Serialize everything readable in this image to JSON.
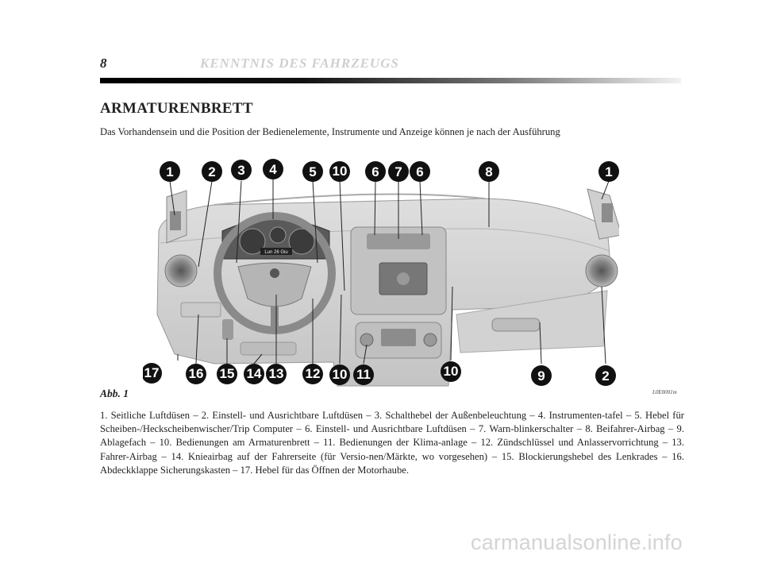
{
  "header": {
    "page_number": "8",
    "chapter_title": "KENNTNIS DES FAHRZEUGS"
  },
  "section": {
    "title": "ARMATURENBRETT",
    "intro": "Das Vorhandensein und die Position der Bedienelemente, Instrumente und Anzeige können je nach der Ausführung"
  },
  "figure": {
    "label": "Abb. 1",
    "code": "L0E0001m",
    "display_text": "Lun 26 Giu",
    "callouts_top": [
      "1",
      "2",
      "3",
      "4",
      "5",
      "10",
      "6",
      "7",
      "6",
      "8",
      "1"
    ],
    "callouts_bottom": [
      "17",
      "16",
      "15",
      "14",
      "13",
      "12",
      "10",
      "11",
      "10",
      "9",
      "2"
    ]
  },
  "legend": {
    "text": "1. Seitliche Luftdüsen – 2. Einstell- und Ausrichtbare Luftdüsen – 3. Schalthebel der Außenbeleuchtung – 4. Instrumenten-tafel – 5. Hebel für Scheiben-/Heckscheibenwischer/Trip Computer – 6. Einstell- und Ausrichtbare Luftdüsen – 7. Warn-blinkerschalter – 8. Beifahrer-Airbag – 9. Ablagefach – 10. Bedienungen am Armaturenbrett – 11. Bedienungen der Klima-anlage – 12. Zündschlüssel und Anlasservorrichtung – 13. Fahrer-Airbag – 14. Knieairbag auf der Fahrerseite (für Versio-nen/Märkte, wo vorgesehen) – 15. Blockierungshebel des Lenkrades – 16. Abdeckklappe Sicherungskasten – 17. Hebel für das Öffnen der Motorhaube."
  },
  "watermark": "carmanualsonline.info"
}
